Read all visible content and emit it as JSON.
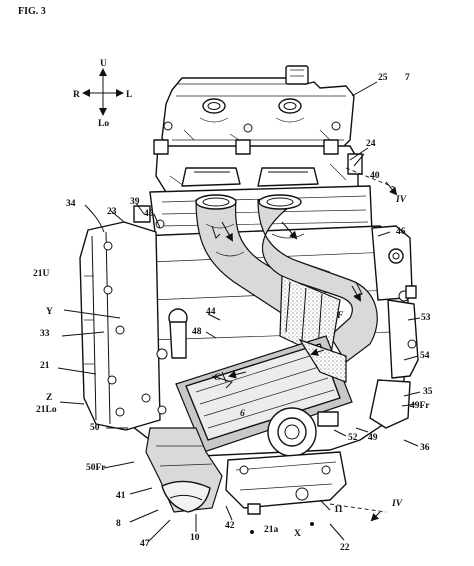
{
  "figure": {
    "title": "FIG. 3"
  },
  "direction_indicator": {
    "up": "U",
    "down": "Lo",
    "right": "R",
    "left": "L"
  },
  "labels": {
    "l25": "25",
    "l7": "7",
    "l24": "24",
    "l40": "40",
    "l4_top": "IV",
    "l34": "34",
    "l23": "23",
    "l39": "39",
    "l45": "45",
    "l46": "46",
    "l21U": "21U",
    "lY": "Y",
    "l33": "33",
    "l44": "44",
    "l48": "48",
    "lF": "F",
    "l53": "53",
    "l21": "21",
    "lC": "C",
    "l54": "54",
    "lZ": "Z",
    "l21Lo": "21Lo",
    "l35": "35",
    "l49Fr": "49Fr",
    "l6": "6",
    "l50": "50",
    "l52": "52",
    "l49": "49",
    "l36": "36",
    "l50Fr": "50Fr",
    "l41": "41",
    "l4_bot": "IV",
    "l8": "8",
    "l11": "11",
    "l47": "47",
    "l10": "10",
    "l42": "42",
    "l21a": "21a",
    "lX": "X",
    "l22": "22"
  }
}
